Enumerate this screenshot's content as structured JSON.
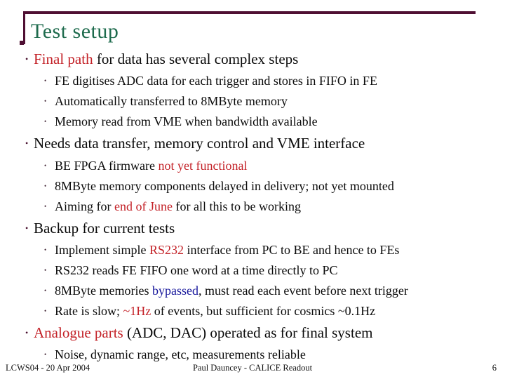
{
  "slide": {
    "title": "Test setup",
    "colors": {
      "accent_maroon": "#4f0f33",
      "title_green": "#1e6b4d",
      "highlight_red": "#c32127",
      "highlight_blue": "#15159b"
    },
    "footer": {
      "left": "LCWS04 - 20 Apr 2004",
      "center": "Paul Dauncey - CALICE Readout",
      "page": "6"
    }
  },
  "content": {
    "bullet_glyph": "•",
    "b1": {
      "seg1": "Final path",
      "seg2": " for data has several complex steps"
    },
    "b1s1": "FE digitises ADC data for each trigger and stores in FIFO in FE",
    "b1s2": "Automatically transferred to 8MByte memory",
    "b1s3": "Memory read from VME when bandwidth available",
    "b2": "Needs data transfer, memory control and VME interface",
    "b2s1": {
      "seg1": "BE FPGA firmware ",
      "seg2": "not yet functional"
    },
    "b2s2": "8MByte memory components delayed in delivery; not yet mounted",
    "b2s3": {
      "seg1": "Aiming for ",
      "seg2": "end of June",
      "seg3": " for all this to be working"
    },
    "b3": "Backup for current tests",
    "b3s1": {
      "seg1": "Implement simple ",
      "seg2": "RS232",
      "seg3": " interface from PC to BE and hence to FEs"
    },
    "b3s2": "RS232 reads FE FIFO one word at a time directly to PC",
    "b3s3": {
      "seg1": "8MByte memories ",
      "seg2": "bypassed",
      "seg3": ", must read each event before next trigger"
    },
    "b3s4": {
      "seg1": "Rate is slow; ",
      "seg2": "~1Hz",
      "seg3": " of events, but sufficient for cosmics ~0.1Hz"
    },
    "b4": {
      "seg1": "Analogue parts",
      "seg2": " (ADC, DAC) operated as for final system"
    },
    "b4s1": "Noise, dynamic range, etc, measurements reliable"
  }
}
